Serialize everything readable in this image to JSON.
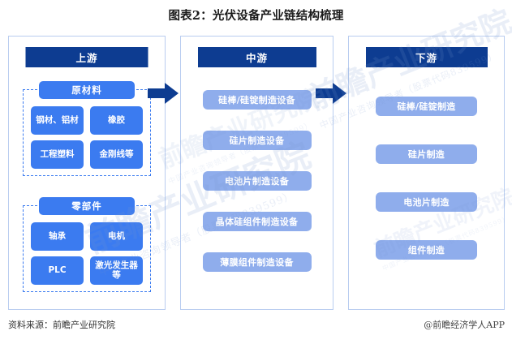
{
  "title": "图表2：光伏设备产业链结构梳理",
  "columns": {
    "upstream": {
      "header": "上游",
      "groups": [
        {
          "name": "原材料",
          "chips": [
            "钢材、铝材",
            "橡胶",
            "工程塑料",
            "金刚线等"
          ]
        },
        {
          "name": "零部件",
          "chips": [
            "轴承",
            "电机",
            "PLC",
            "激光发生器等"
          ]
        }
      ]
    },
    "midstream": {
      "header": "中游",
      "items": [
        "硅棒/硅锭制造设备",
        "硅片制造设备",
        "电池片制造设备",
        "晶体硅组件制造设备",
        "薄膜组件制造设备"
      ]
    },
    "downstream": {
      "header": "下游",
      "items": [
        "硅棒/硅锭制造",
        "硅片制造",
        "电池片制造",
        "组件制造"
      ]
    }
  },
  "arrows": {
    "upstream_to_midstream": "right-arrow",
    "midstream_to_downstream": "right-arrow"
  },
  "watermark": {
    "main": "前瞻产业研究院",
    "sub": "中国产业咨询领导者（股票代码839599）"
  },
  "footer": {
    "source": "资料来源：前瞻产业研究院",
    "attribution": "@前瞻经济学人APP"
  },
  "colors": {
    "header_navy": "#0d3c91",
    "chip_blue": "#3b7bf0",
    "item_periwinkle": "#8fadec",
    "panel_border": "#b9cdf0",
    "arrow_navy": "#0d3c91"
  }
}
